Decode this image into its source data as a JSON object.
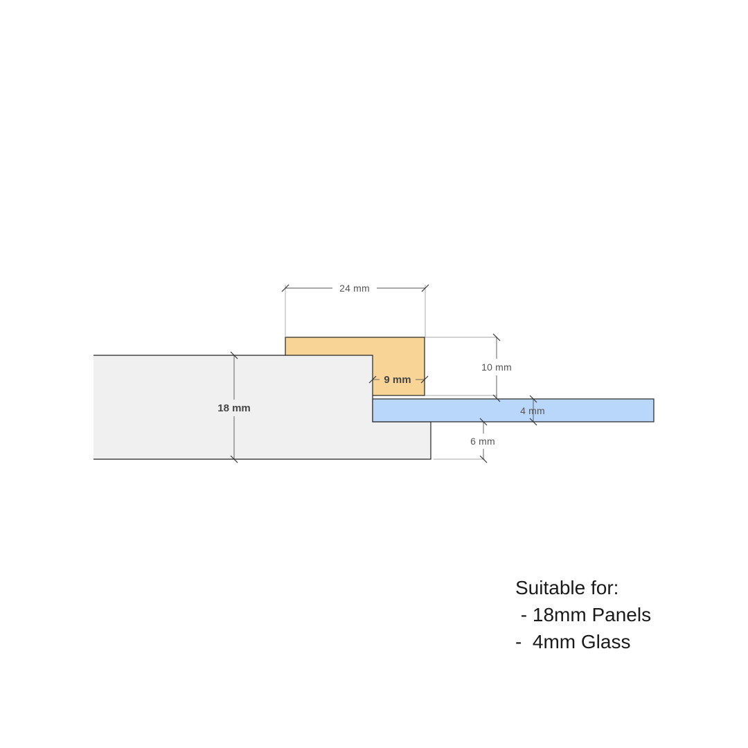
{
  "dimensions": {
    "profile_width": "24 mm",
    "profile_height": "10 mm",
    "lip_width": "9 mm",
    "panel_thickness": "18 mm",
    "glass_thickness": "4 mm",
    "offset_below_glass": "6 mm"
  },
  "notes": {
    "heading": "Suitable for:",
    "items": [
      " - 18mm Panels",
      "-  4mm Glass"
    ]
  },
  "colors": {
    "panel": "#f0f0f0",
    "profile": "#f8d596",
    "glass": "#b9d6fb"
  }
}
